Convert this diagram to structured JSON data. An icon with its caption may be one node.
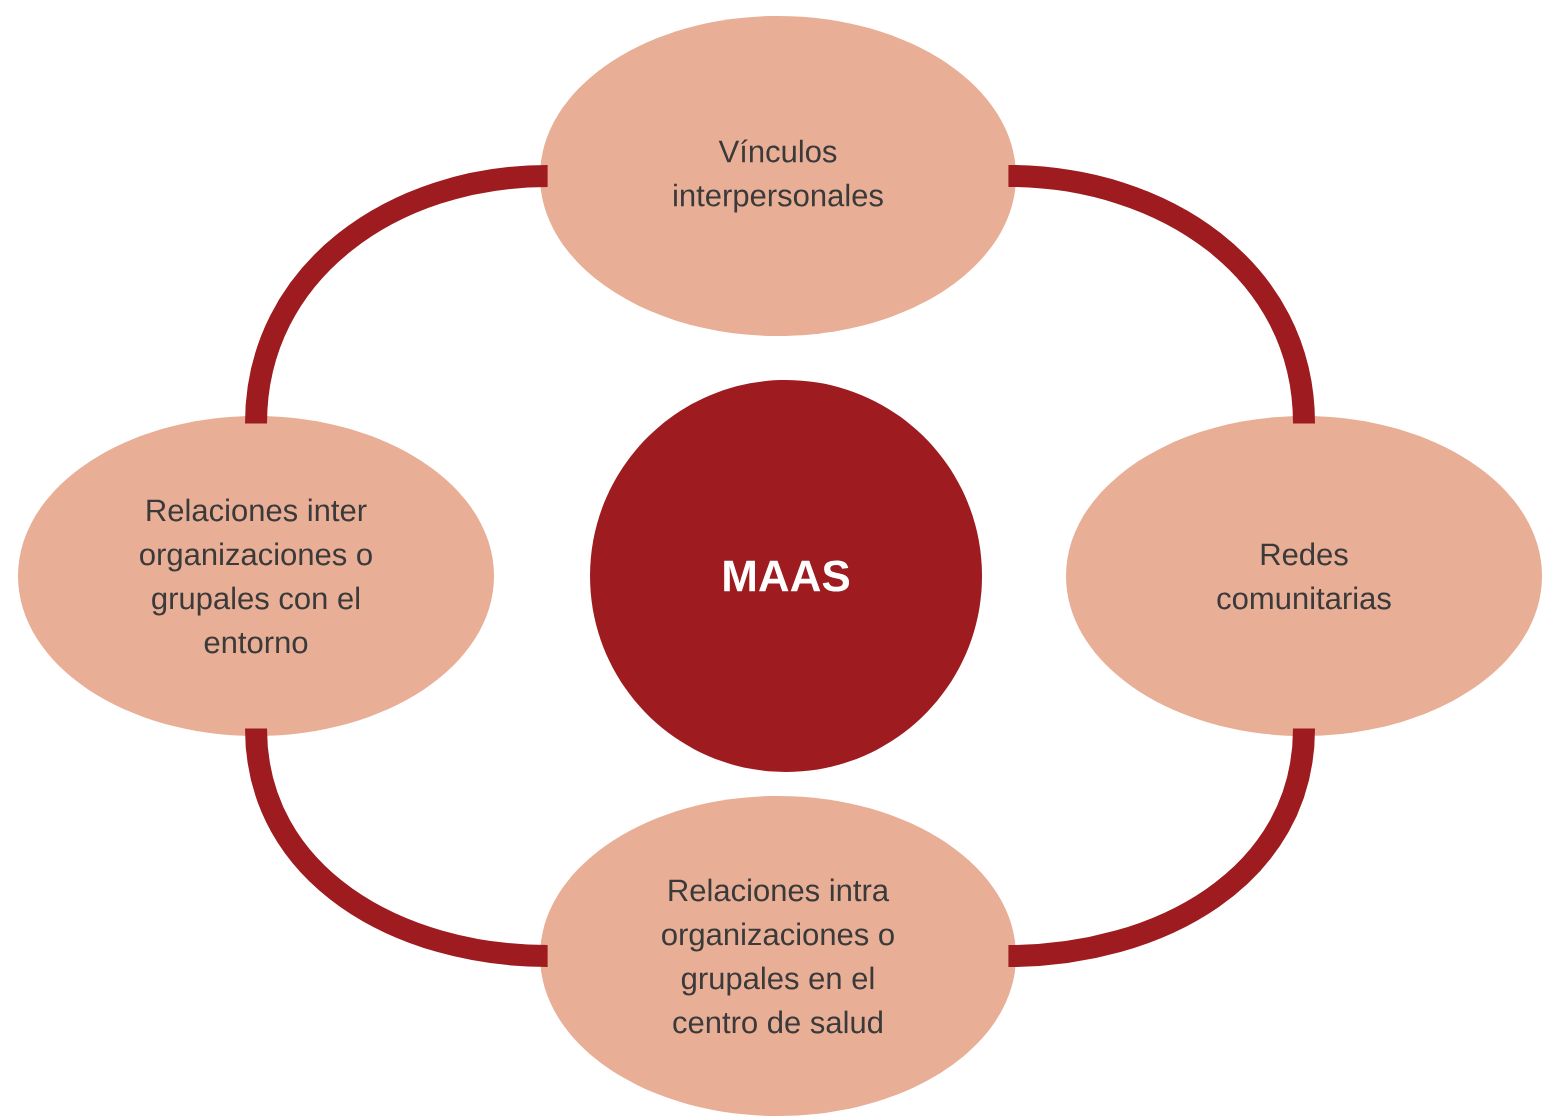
{
  "diagram": {
    "nodes": [
      {
        "text": [
          "Vínculos interpersonales"
        ]
      },
      {
        "text": [
          "Relaciones inter organizaciones o grupales con el entorno"
        ]
      },
      {
        "text": [
          "MAAS"
        ]
      },
      {
        "text": [
          "Redes comunitarias"
        ]
      },
      {
        "text": [
          "Relaciones intra organizaciones o grupales en el centro de salud"
        ]
      }
    ],
    "edges": [
      {
        "from": 0,
        "to": 3,
        "arrow": "none"
      },
      {
        "from": 3,
        "to": 4,
        "arrow": "none"
      },
      {
        "from": 4,
        "to": 1,
        "arrow": "none"
      },
      {
        "from": 1,
        "to": 0,
        "arrow": "none"
      }
    ]
  }
}
